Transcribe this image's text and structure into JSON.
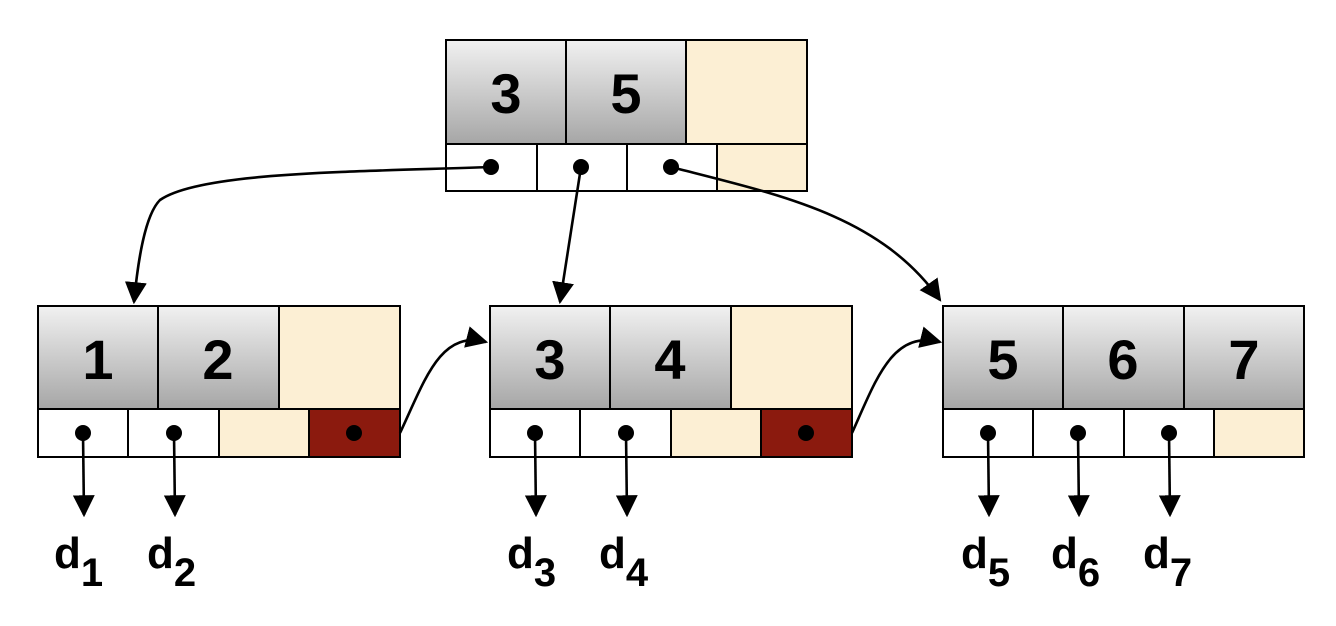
{
  "colors": {
    "key_fill_top": "#f1f1f1",
    "key_fill_bottom": "#a6a6a6",
    "empty_fill": "#fcefd4",
    "pointer_fill": "#ffffff",
    "sibling_pointer_fill": "#8b1a0e",
    "dot": "#000000"
  },
  "root": {
    "keys": [
      "3",
      "5",
      ""
    ],
    "pointers": [
      "dot",
      "dot",
      "dot",
      "empty"
    ]
  },
  "leaves": [
    {
      "keys": [
        "1",
        "2",
        ""
      ],
      "pointers": [
        "dot",
        "dot",
        "empty",
        "next"
      ],
      "labels": [
        {
          "base": "d",
          "sub": "1"
        },
        {
          "base": "d",
          "sub": "2"
        }
      ]
    },
    {
      "keys": [
        "3",
        "4",
        ""
      ],
      "pointers": [
        "dot",
        "dot",
        "empty",
        "next"
      ],
      "labels": [
        {
          "base": "d",
          "sub": "3"
        },
        {
          "base": "d",
          "sub": "4"
        }
      ]
    },
    {
      "keys": [
        "5",
        "6",
        "7"
      ],
      "pointers": [
        "dot",
        "dot",
        "dot",
        "empty"
      ],
      "labels": [
        {
          "base": "d",
          "sub": "5"
        },
        {
          "base": "d",
          "sub": "6"
        },
        {
          "base": "d",
          "sub": "7"
        }
      ]
    }
  ]
}
